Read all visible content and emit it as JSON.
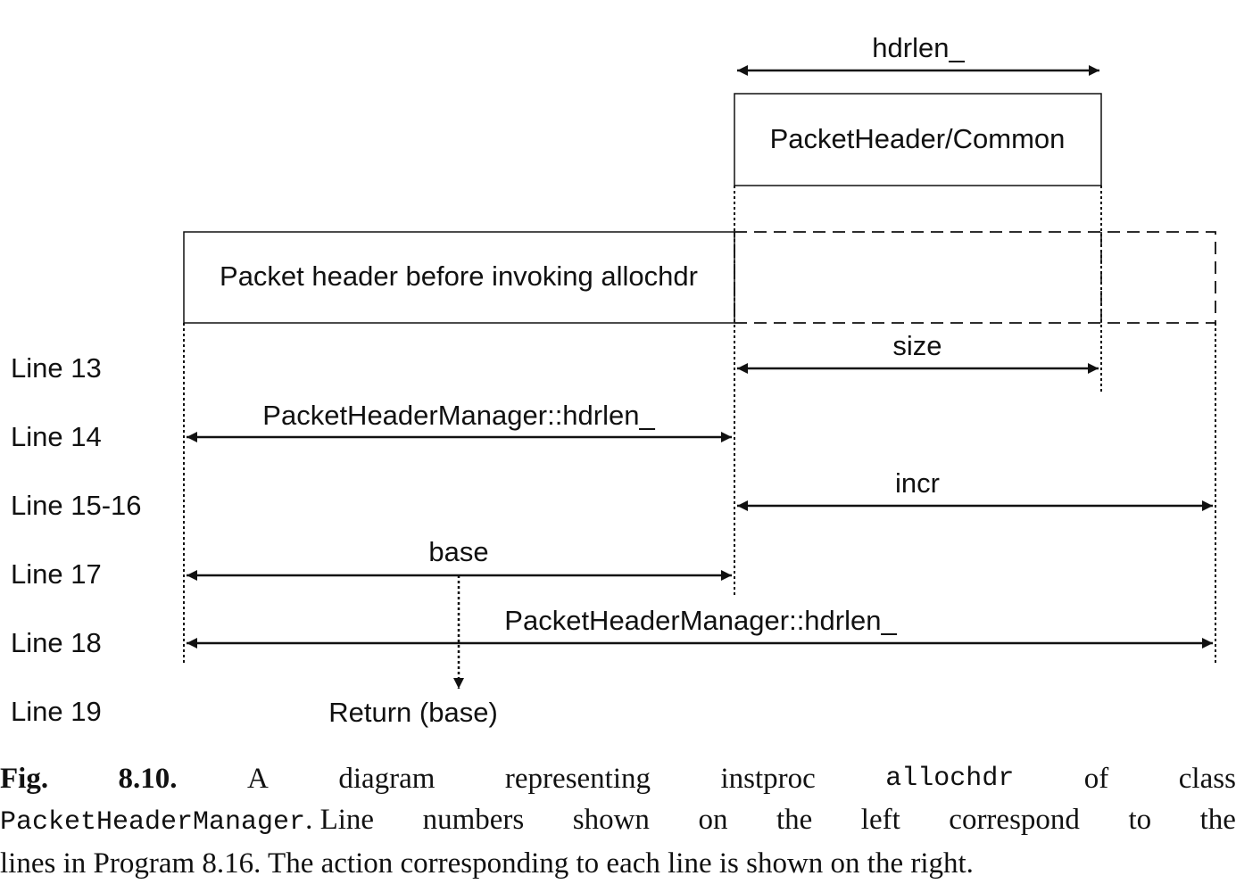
{
  "diagram": {
    "boxes": {
      "common_header": "PacketHeader/Common",
      "before_header": "Packet header before invoking allochdr"
    },
    "arrows": {
      "top_hdrlen": "hdrlen_",
      "size": "size",
      "manager_hdrlen_14": "PacketHeaderManager::hdrlen_",
      "incr": "incr",
      "base": "base",
      "manager_hdrlen_18": "PacketHeaderManager::hdrlen_",
      "return": "Return (base)"
    },
    "lines": [
      "Line 13",
      "Line 14",
      "Line 15-16",
      "Line 17",
      "Line 18",
      "Line 19"
    ]
  },
  "caption": {
    "row1": [
      "Fig.",
      "8.10.",
      "A",
      "diagram",
      "representing",
      "instproc",
      "allochdr",
      "of",
      "class"
    ],
    "row2_code": "PacketHeaderManager",
    "row2": [
      ". Line",
      "numbers",
      "shown",
      "on",
      "the",
      "left",
      "correspond",
      "to",
      "the"
    ],
    "row3": "lines in Program 8.16. The action corresponding to each line is shown on the right."
  }
}
